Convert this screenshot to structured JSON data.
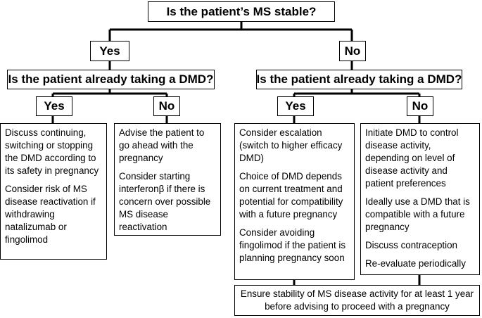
{
  "root": {
    "question": "Is the patient’s MS stable?"
  },
  "yes_branch": {
    "label": "Yes",
    "question": "Is the patient already taking a DMD?",
    "yes": {
      "label": "Yes",
      "paragraphs": [
        "Discuss continuing, switching or stopping the  DMD according to its safety in pregnancy",
        "Consider risk of MS disease reactivation if withdrawing natalizumab or fingolimod"
      ]
    },
    "no": {
      "label": "No",
      "paragraphs": [
        "Advise the patient to go ahead with the pregnancy",
        "Consider starting interferonβ if there is concern over possible MS disease reactivation"
      ]
    }
  },
  "no_branch": {
    "label": "No",
    "question": "Is the patient already taking a DMD?",
    "yes": {
      "label": "Yes",
      "paragraphs": [
        "Consider escalation (switch to higher efficacy DMD)",
        "Choice of DMD depends on current treatment and potential for compatibility with a future pregnancy",
        "Consider avoiding fingolimod if the patient is planning pregnancy soon"
      ]
    },
    "no": {
      "label": "No",
      "paragraphs": [
        "Initiate DMD to control disease activity, depending on level of disease activity and patient preferences",
        "Ideally use a DMD that is compatible with a future pregnancy",
        "Discuss contraception",
        "Re-evaluate periodically"
      ]
    }
  },
  "final": {
    "text": "Ensure stability of MS disease activity for at least 1 year before advising to proceed with a pregnancy"
  }
}
